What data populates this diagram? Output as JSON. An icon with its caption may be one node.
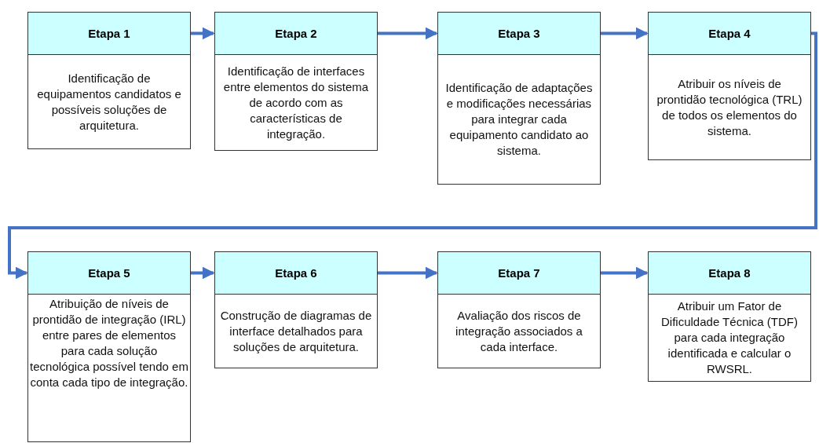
{
  "diagram": {
    "nodes": [
      {
        "text": [
          "Etapa 1",
          "Identificação de equipamentos candidatos e possíveis soluções de arquitetura."
        ]
      },
      {
        "text": [
          "Etapa 2",
          "Identificação de interfaces entre elementos do sistema de acordo com as características de integração."
        ]
      },
      {
        "text": [
          "Etapa 3",
          "Identificação de adaptações e modificações necessárias para integrar cada equipamento candidato ao sistema."
        ]
      },
      {
        "text": [
          "Etapa 4",
          "Atribuir os níveis de prontidão tecnológica (TRL) de todos os elementos do sistema."
        ]
      },
      {
        "text": [
          "Etapa 5",
          "Atribuição de níveis de prontidão de integração (IRL) entre pares de elementos para cada solução tecnológica possível tendo em conta cada tipo de integração."
        ]
      },
      {
        "text": [
          "Etapa 6",
          "Construção de diagramas de interface detalhados para soluções de arquitetura."
        ]
      },
      {
        "text": [
          "Etapa 7",
          "Avaliação dos riscos de integração associados a cada interface."
        ]
      },
      {
        "text": [
          "Etapa 8",
          "Atribuir um Fator de Dificuldade Técnica (TDF) para cada integração identificada e calcular o RWSRL."
        ]
      }
    ],
    "edges": [
      {
        "from": 0,
        "to": 1,
        "arrow": "to"
      },
      {
        "from": 1,
        "to": 2,
        "arrow": "to"
      },
      {
        "from": 2,
        "to": 3,
        "arrow": "to"
      },
      {
        "from": 3,
        "to": 4,
        "arrow": "to"
      },
      {
        "from": 4,
        "to": 5,
        "arrow": "to"
      },
      {
        "from": 5,
        "to": 6,
        "arrow": "to"
      },
      {
        "from": 6,
        "to": 7,
        "arrow": "to"
      }
    ]
  }
}
